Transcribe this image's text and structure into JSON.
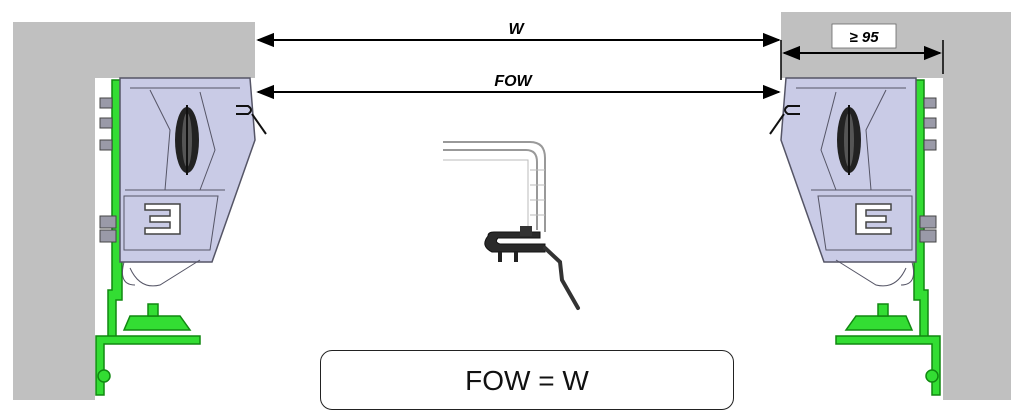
{
  "dimensions": {
    "w_label": "W",
    "fow_label": "FOW",
    "min_depth_label": "≥ 95"
  },
  "formula": "FOW = W",
  "colors": {
    "wall": "#c0c0c0",
    "housing_fill": "#c9cbe6",
    "housing_stroke": "#555566",
    "bracket": "#33dd33",
    "bracket_stroke": "#118811",
    "pulley": "#222222",
    "dimension_line": "#000000",
    "door_seal": "#333333"
  },
  "icons": {
    "left_housing": "door-operator-housing-icon",
    "right_housing": "door-operator-housing-icon",
    "door_profile": "door-panel-profile-icon"
  }
}
